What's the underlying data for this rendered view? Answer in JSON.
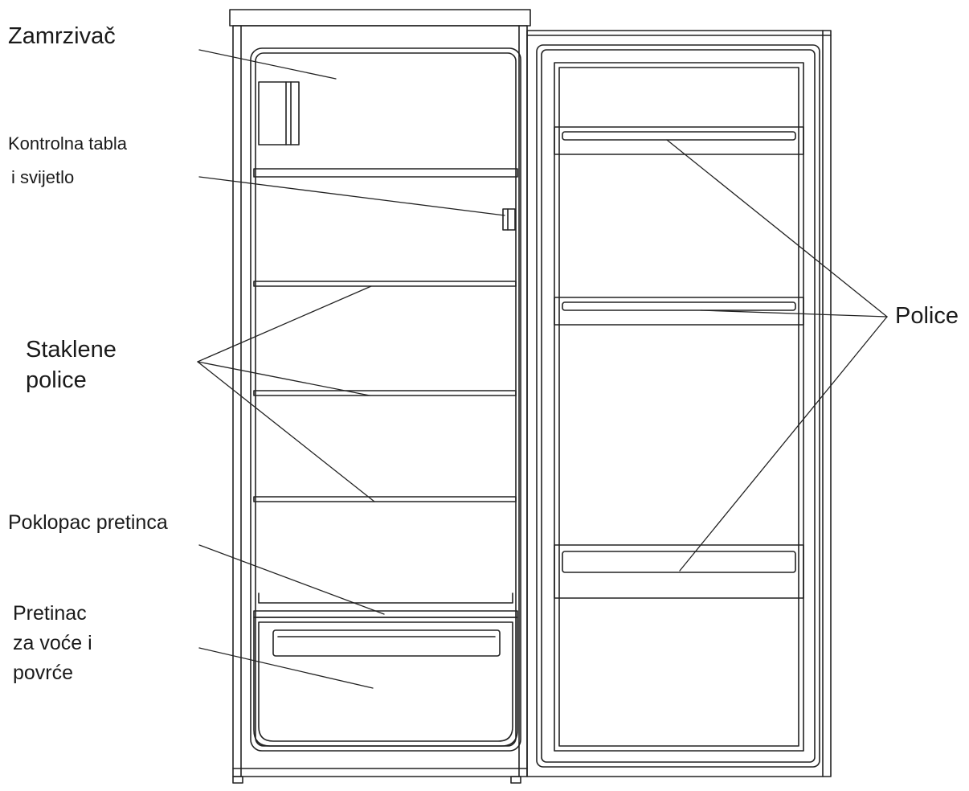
{
  "labels": {
    "freezer": "Zamrzivač",
    "control_panel_1": "Kontrolna tabla",
    "control_panel_2": "i svijetlo",
    "glass_shelves_1": "Staklene",
    "glass_shelves_2": "police",
    "crisper_cover": "Poklopac pretinca",
    "crisper_1": "Pretinac",
    "crisper_2": "za voće i",
    "crisper_3": "povrće",
    "door_shelves": "Police"
  },
  "colors": {
    "line": "#222222",
    "background": "#ffffff"
  }
}
